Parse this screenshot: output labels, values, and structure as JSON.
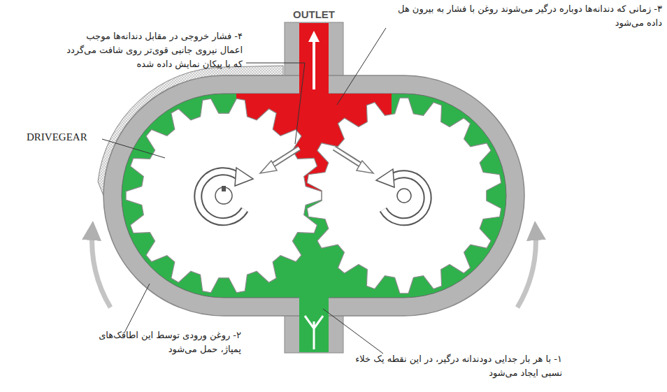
{
  "diagram": {
    "labels": [
      "۴- فشار خروجی در مقابل دندانه‌ها موجب اعمال نیروی جانبی قوی‌تر روی شافت می‌گردد که با پیکان نمایش داده شده",
      "OUTLET",
      "۳- زمانی که دندانه‌ها دوباره درگیر می‌شوند روغن با فشار به بیرون هل داده می‌شود",
      "DRIVEGEAR",
      "۲- روغن ورودی توسط این اطاقک‌های پمپاژ، حمل می‌شود",
      "۱- با هر بار جدایی دودندانه درگیر، در این نقطه یک خلاء نسبی ایجاد می‌شود"
    ]
  }
}
